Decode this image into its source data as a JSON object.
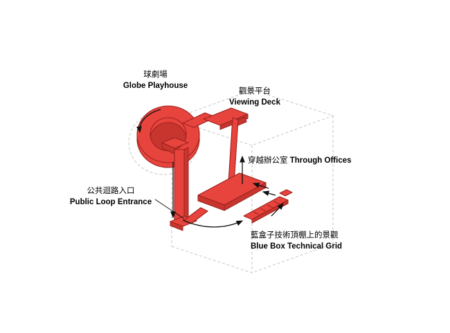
{
  "labels": {
    "globe_playhouse": {
      "zh": "球劇場",
      "en": "Globe Playhouse"
    },
    "viewing_deck": {
      "zh": "觀景平台",
      "en": "Viewing Deck"
    },
    "through_offices": {
      "zh": "穿越辦公室",
      "en": "Through Offices"
    },
    "public_loop_entrance": {
      "zh": "公共迴路入口",
      "en": "Public Loop Entrance"
    },
    "blue_box": {
      "zh": "藍盒子技術頂棚上的景觀",
      "en": "Blue Box Technical Grid"
    }
  },
  "colors": {
    "structure_fill": "#e8443e",
    "structure_shade": "#c8352f",
    "structure_outline": "#9c221d",
    "guide_dash": "#c6c6c6",
    "arrow": "#111111",
    "background": "#ffffff"
  }
}
